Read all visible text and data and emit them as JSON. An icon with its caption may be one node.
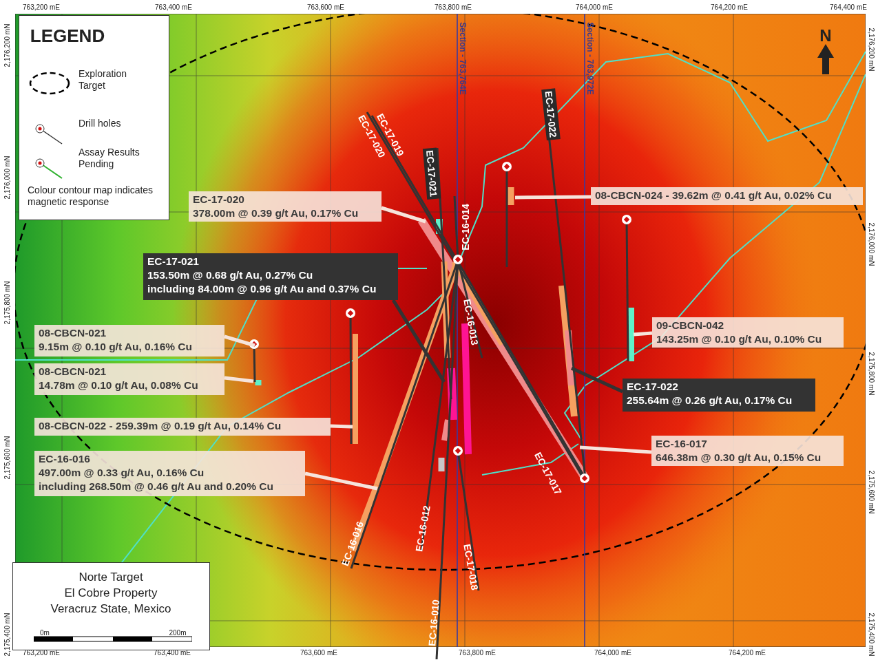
{
  "diagram": {
    "nodes": [
      {
        "text": [
          "EC-17-020",
          "378.00m @ 0.39 g/t Au, 0.17% Cu"
        ]
      },
      {
        "text": [
          "08-CBCN-024  -  39.62m @ 0.41 g/t Au, 0.02% Cu"
        ]
      },
      {
        "text": [
          "EC-17-021",
          "153.50m @ 0.68 g/t Au, 0.27% Cu",
          "including 84.00m @ 0.96 g/t Au and 0.37% Cu"
        ]
      },
      {
        "text": [
          "08-CBCN-021",
          "9.15m @ 0.10 g/t Au, 0.16% Cu"
        ]
      },
      {
        "text": [
          "09-CBCN-042",
          "143.25m @ 0.10 g/t Au, 0.10% Cu"
        ]
      },
      {
        "text": [
          "08-CBCN-021",
          "14.78m @ 0.10 g/t Au, 0.08% Cu"
        ]
      },
      {
        "text": [
          "EC-17-022",
          "255.64m @ 0.26 g/t Au, 0.17% Cu"
        ]
      },
      {
        "text": [
          "08-CBCN-022  -  259.39m @ 0.19 g/t Au, 0.14% Cu"
        ]
      },
      {
        "text": [
          "EC-16-017",
          "646.38m @ 0.30 g/t Au, 0.15% Cu"
        ]
      },
      {
        "text": [
          "EC-16-016",
          "497.00m @ 0.33 g/t Au, 0.16% Cu",
          "including 268.50m @ 0.46 g/t Au and 0.20% Cu"
        ]
      }
    ],
    "edges": [
      {
        "from": 0,
        "to": null,
        "arrow": "none"
      },
      {
        "from": 1,
        "to": null,
        "arrow": "none"
      },
      {
        "from": 2,
        "to": null,
        "arrow": "none",
        "color": "#333333"
      },
      {
        "from": 3,
        "to": null,
        "arrow": "none"
      },
      {
        "from": 4,
        "to": null,
        "arrow": "none"
      },
      {
        "from": 5,
        "to": null,
        "arrow": "none"
      },
      {
        "from": 6,
        "to": null,
        "arrow": "none",
        "color": "#333333"
      },
      {
        "from": 7,
        "to": null,
        "arrow": "none"
      },
      {
        "from": 8,
        "to": null,
        "arrow": "none"
      },
      {
        "from": 9,
        "to": null,
        "arrow": "none"
      }
    ],
    "labels": [
      "763,200 mE",
      "763,400 mE",
      "763,600 mE",
      "763,800 mE",
      "764,000 mE",
      "764,200 mE",
      "764,400 mE",
      "LEGEND",
      "Section - 763,764E",
      "Section - 763,972E",
      "N",
      "Colour contour map indicates magnetic response",
      "EC-17-022",
      "EC-17-019",
      "EC-17-020",
      "EC-17-021",
      "EC-16-014",
      "EC-16-013",
      "EC-17-017",
      "EC-16-016",
      "EC-16-012",
      "EC-17-018",
      "EC-16-010",
      "Norte Target",
      "El Cobre Property",
      "Veracruz State, Mexico",
      "0m",
      "200m",
      "763,200 mE",
      "763,400 mE",
      "763,600 mE",
      "763,800 mE",
      "764,000 mE",
      "764,200 mE",
      "2,176,200 mN",
      "2,176,000 mN",
      "2,175,800 mN",
      "2,175,600 mN",
      "2,175,400 mN",
      "2,176,200 mN",
      "2,176,000 mN",
      "2,175,800 mN",
      "2,175,600 mN",
      "2,175,400 mN"
    ],
    "legend": [
      {
        "text": "Exploration Target"
      },
      {
        "text": "Drill holes"
      },
      {
        "text": "Assay Results Pending"
      }
    ]
  }
}
